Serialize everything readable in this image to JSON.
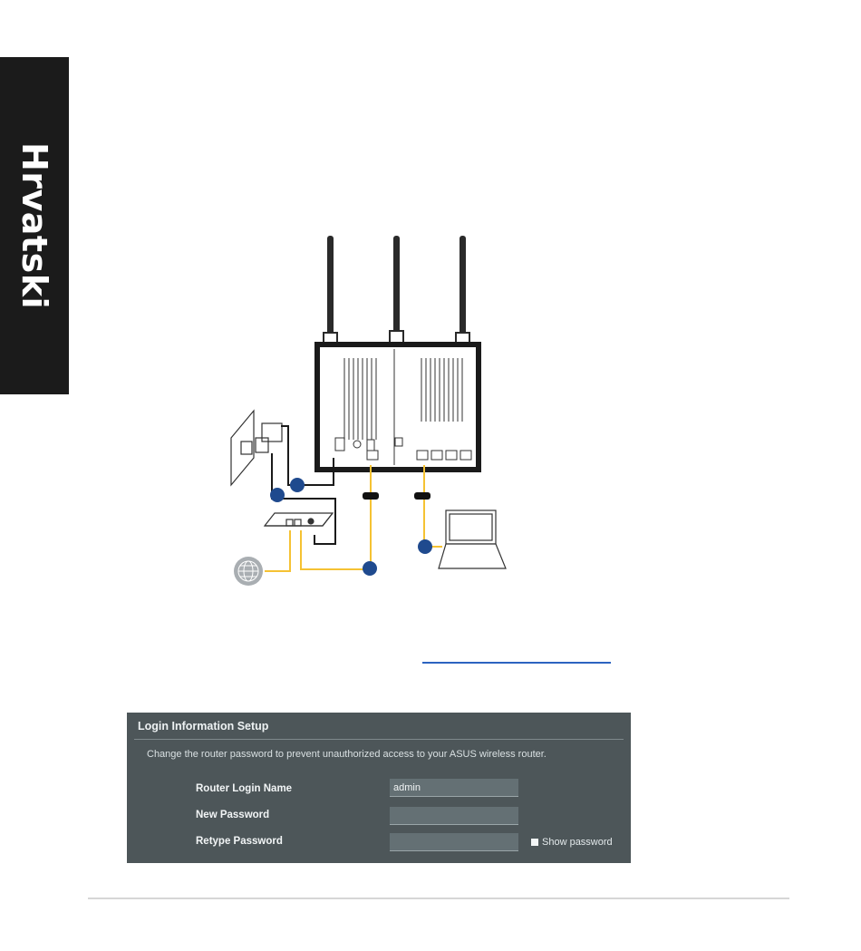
{
  "side_tab": {
    "label": "Hrvatski"
  },
  "login_panel": {
    "title": "Login Information Setup",
    "description": "Change the router password to prevent unauthorized access to your ASUS wireless router.",
    "fields": [
      {
        "label": "Router Login Name",
        "value": "admin"
      },
      {
        "label": "New Password",
        "value": ""
      },
      {
        "label": "Retype Password",
        "value": ""
      }
    ],
    "show_password_label": "Show password"
  },
  "colors": {
    "cable": "#f5c233",
    "marker": "#1f4a8e",
    "panel": "#4d5659",
    "link": "#2c63c0"
  }
}
